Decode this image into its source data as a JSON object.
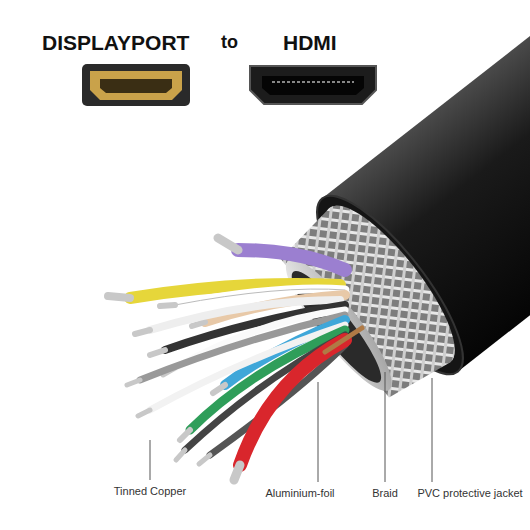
{
  "diagram": {
    "labels": [
      "DISPLAYPORT",
      "to",
      "HDMI",
      "Tinned Copper",
      "Aluminium-foil",
      "Braid",
      "PVC protective jacket"
    ]
  }
}
